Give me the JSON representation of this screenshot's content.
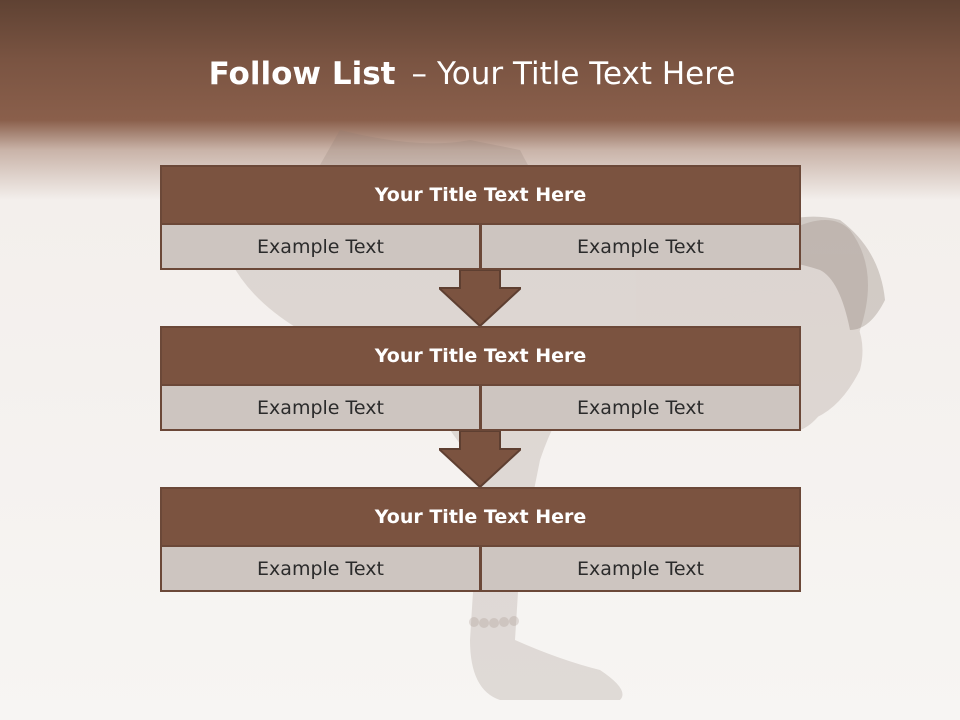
{
  "title": {
    "bold": "Follow List",
    "dash": "–",
    "rest": "Your Title Text Here"
  },
  "blocks": [
    {
      "heading": "Your Title Text Here",
      "left": "Example Text",
      "right": "Example Text"
    },
    {
      "heading": "Your Title Text Here",
      "left": "Example Text",
      "right": "Example Text"
    },
    {
      "heading": "Your Title Text Here",
      "left": "Example Text",
      "right": "Example Text"
    }
  ],
  "colors": {
    "header_band": "#7a5442",
    "block_heading": "#7b5340",
    "block_cell": "#cdc5c0",
    "arrow": "#7b5340",
    "border": "#6b4838"
  },
  "icons": {
    "arrow": "down-arrow-icon"
  }
}
